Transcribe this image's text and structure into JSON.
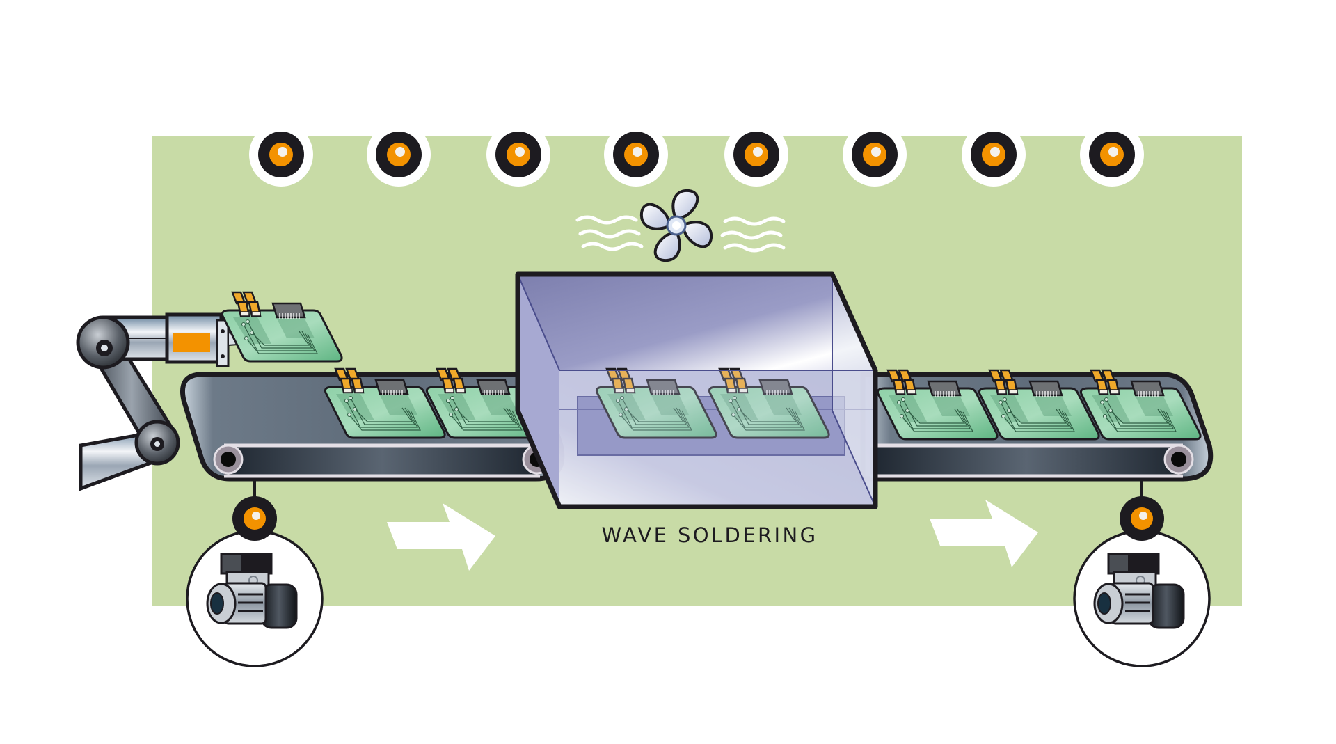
{
  "diagram": {
    "title": "WAVE SOLDERING",
    "process_direction": "left-to-right",
    "colors": {
      "background_panel": "#c8dba6",
      "indicator_dark": "#1d1b20",
      "indicator_accent": "#f39200",
      "chamber_glass": "#8a8cc0",
      "pcb_green": "#6fbf8c",
      "capacitor_orange": "#f0a92a",
      "belt_steel": "#5d6a78"
    },
    "indicator_lights": [
      {
        "name": "light-1"
      },
      {
        "name": "light-2"
      },
      {
        "name": "light-3"
      },
      {
        "name": "light-4"
      },
      {
        "name": "light-5"
      },
      {
        "name": "light-6"
      },
      {
        "name": "light-7"
      },
      {
        "name": "light-8"
      }
    ],
    "components": {
      "robot_arm": "robot-arm-icon",
      "fan": "cooling-fan-icon",
      "chamber": "wave-soldering-chamber",
      "left_conveyor": {
        "pcb_count": 2
      },
      "chamber_pcbs": {
        "pcb_count": 2
      },
      "right_conveyor": {
        "pcb_count": 3
      },
      "motors": [
        "left-motor-icon",
        "right-motor-icon"
      ],
      "arrows": [
        "flow-arrow-icon",
        "flow-arrow-icon"
      ]
    }
  }
}
